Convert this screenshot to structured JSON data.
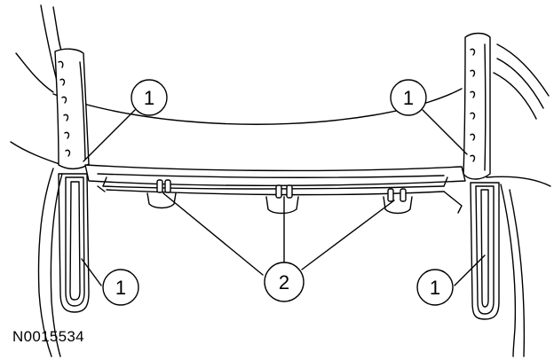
{
  "diagram": {
    "reference_code": "N0015534",
    "callouts": [
      {
        "id": "tl",
        "label": "1"
      },
      {
        "id": "tr",
        "label": "1"
      },
      {
        "id": "bl",
        "label": "1"
      },
      {
        "id": "br",
        "label": "1"
      },
      {
        "id": "center",
        "label": "2"
      }
    ]
  }
}
